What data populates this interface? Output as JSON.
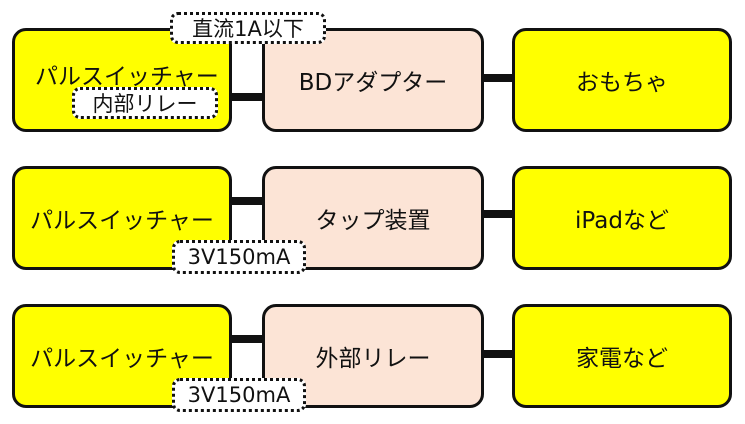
{
  "colors": {
    "source_fill": "#ffff00",
    "adapter_fill": "#fce4d6",
    "target_fill": "#ffff00",
    "stroke": "#111111"
  },
  "rows": [
    {
      "source": "パルスイッチャー",
      "adapter": "BDアダプター",
      "target": "おもちゃ",
      "rating": "直流1A以下",
      "inner_note": "内部リレー"
    },
    {
      "source": "パルスイッチャー",
      "adapter": "タップ装置",
      "target": "iPadなど",
      "rating": "3V150mA"
    },
    {
      "source": "パルスイッチャー",
      "adapter": "外部リレー",
      "target": "家電など",
      "rating": "3V150mA"
    }
  ]
}
